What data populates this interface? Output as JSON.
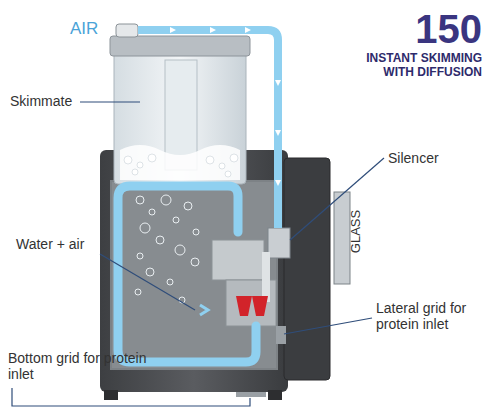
{
  "diagram": {
    "labels": [
      "AIR",
      "150",
      "INSTANT SKIMMING WITH DIFFUSION",
      "Skimmate",
      "Silencer",
      "Water + air",
      "GLASS",
      "Lateral grid for protein inlet",
      "Bottom grid for protein inlet"
    ]
  }
}
